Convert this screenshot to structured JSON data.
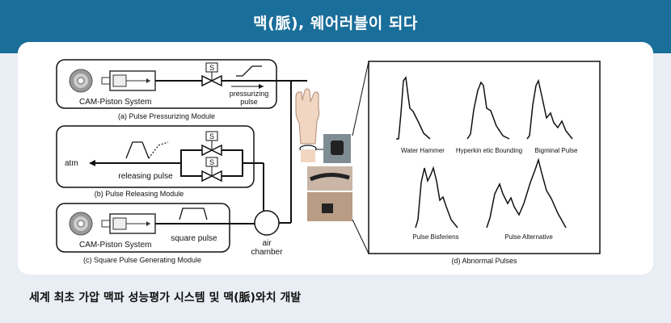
{
  "header": {
    "title": "맥(脈), 웨어러블이 되다"
  },
  "modules": {
    "a": {
      "system_label": "CAM-Piston System",
      "signal_label_1": "pressurizing",
      "signal_label_2": "pulse",
      "caption": "(a)  Pulse Pressurizing Module",
      "valve_label": "S"
    },
    "b": {
      "atm_label": "atm",
      "signal_label": "releasing pulse",
      "caption": "(b)  Pulse Releasing Module",
      "valve_label_top": "S",
      "valve_label_bottom": "S"
    },
    "c": {
      "system_label": "CAM-Piston System",
      "signal_label": "square pulse",
      "caption": "(c)  Square Pulse Generating Module"
    }
  },
  "air_chamber": {
    "label_1": "air",
    "label_2": "chamber"
  },
  "abnormal": {
    "caption": "(d)  Abnormal Pulses",
    "pulses": [
      "Water Hammer",
      "Hyperkin etic Bounding",
      "Bigminal Pulse",
      "Pulse Bisferiens",
      "Pulse Alternative"
    ]
  },
  "footer": {
    "caption": "세계 최초 가압 맥파 성능평가 시스템 및 맥(脈)와치 개발"
  }
}
